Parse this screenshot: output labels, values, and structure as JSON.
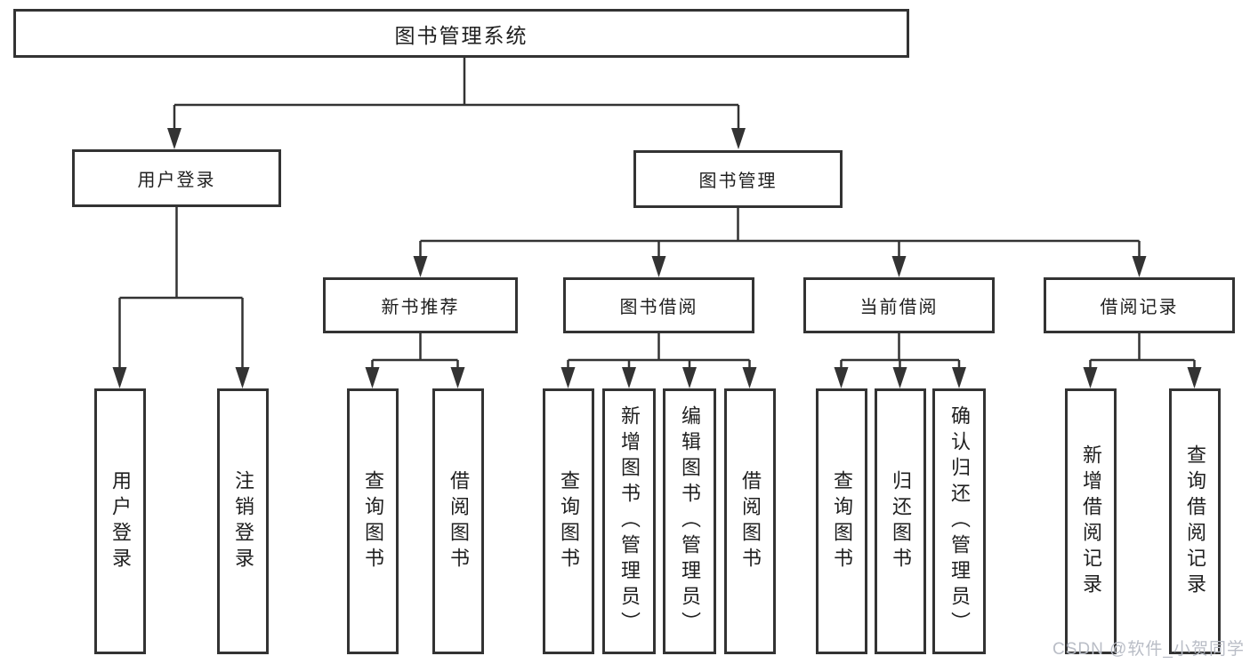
{
  "tree": {
    "root": {
      "label": "图书管理系统"
    },
    "login": {
      "label": "用户登录",
      "children": [
        {
          "label": "用户登录"
        },
        {
          "label": "注销登录"
        }
      ]
    },
    "management": {
      "label": "图书管理",
      "groups": [
        {
          "label": "新书推荐",
          "children": [
            {
              "label": "查询图书"
            },
            {
              "label": "借阅图书"
            }
          ]
        },
        {
          "label": "图书借阅",
          "children": [
            {
              "label": "查询图书"
            },
            {
              "label": "新增图书（管理员）"
            },
            {
              "label": "编辑图书（管理员）"
            },
            {
              "label": "借阅图书"
            }
          ]
        },
        {
          "label": "当前借阅",
          "children": [
            {
              "label": "查询图书"
            },
            {
              "label": "归还图书"
            },
            {
              "label": "确认归还（管理员）"
            }
          ]
        },
        {
          "label": "借阅记录",
          "children": [
            {
              "label": "新增借阅记录"
            },
            {
              "label": "查询借阅记录"
            }
          ]
        }
      ]
    }
  },
  "watermark": {
    "text": "CSDN @软件_小贺同学"
  },
  "colors": {
    "line": "#333333",
    "box_border": "#333333",
    "text": "#1f1f1f",
    "background": "#ffffff",
    "watermark": "#b9bdc6"
  }
}
